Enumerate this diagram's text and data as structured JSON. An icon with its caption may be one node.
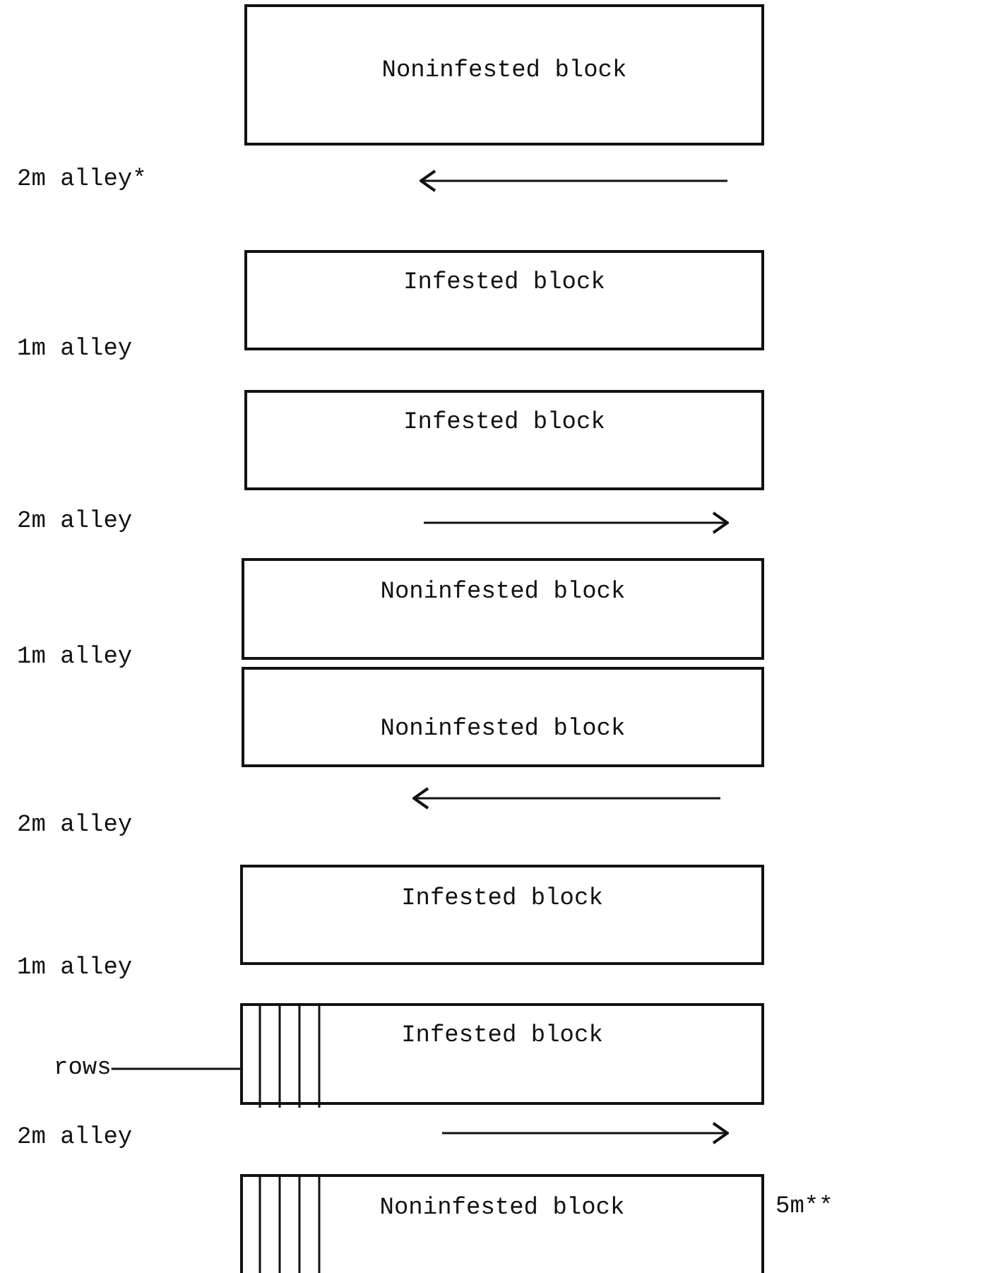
{
  "diagram": {
    "nodes": [
      {
        "text": [
          "Noninfested block"
        ]
      },
      {
        "text": [
          "Infested block"
        ]
      },
      {
        "text": [
          "Infested block"
        ]
      },
      {
        "text": [
          "Noninfested block"
        ]
      },
      {
        "text": [
          "Noninfested block"
        ]
      },
      {
        "text": [
          "Infested block"
        ]
      },
      {
        "text": [
          "Infested block"
        ]
      },
      {
        "text": [
          "Noninfested block"
        ],
        "beside": [
          "5m**"
        ]
      },
      {
        "text": [
          "rows"
        ]
      }
    ],
    "edges": [
      {
        "from": 8,
        "to": 6,
        "arrow": "none"
      }
    ],
    "labels": [
      "2m alley*",
      "1m alley",
      "2m alley",
      "1m alley",
      "2m alley",
      "1m alley",
      "2m alley"
    ]
  }
}
